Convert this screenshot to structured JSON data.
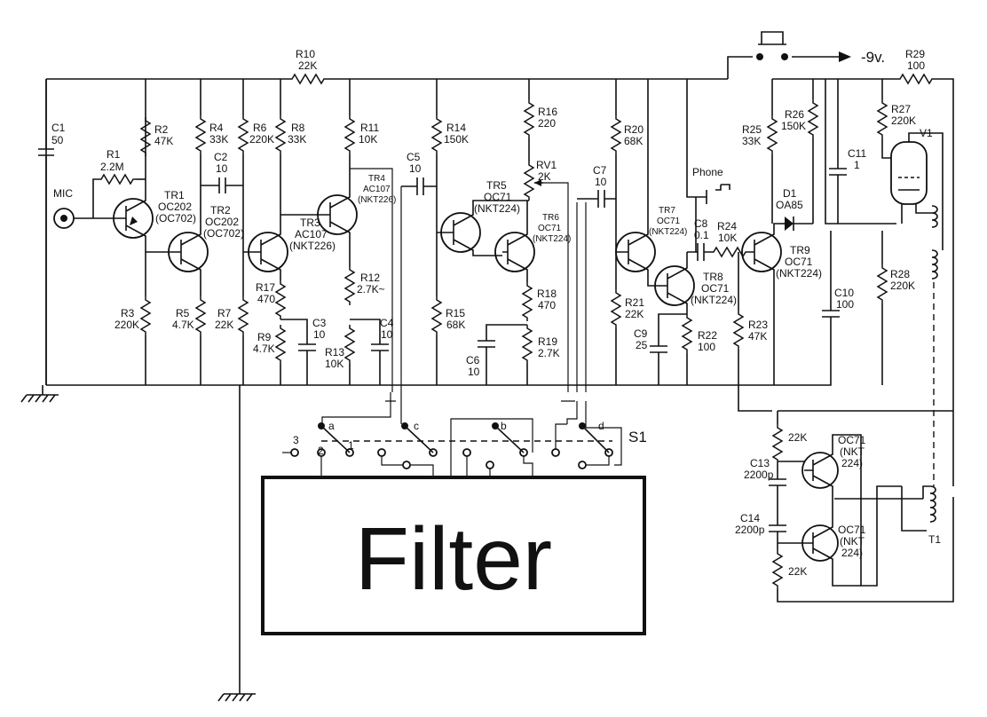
{
  "supply": {
    "voltage": "-9v."
  },
  "mic": {
    "label": "MIC"
  },
  "phone": {
    "label": "Phone"
  },
  "resistors": {
    "r1": [
      "R1",
      "2.2M"
    ],
    "r2": [
      "R2",
      "47K"
    ],
    "r3": [
      "R3",
      "220K"
    ],
    "r4": [
      "R4",
      "33K"
    ],
    "r5": [
      "R5",
      "4.7K"
    ],
    "r6": [
      "R6",
      "220K"
    ],
    "r7": [
      "R7",
      "22K"
    ],
    "r8": [
      "R8",
      "33K"
    ],
    "r9": [
      "R9",
      "4.7K"
    ],
    "r10": [
      "R10",
      "22K"
    ],
    "r11": [
      "R11",
      "10K"
    ],
    "r12": [
      "R12",
      "2.7K~"
    ],
    "r13": [
      "R13",
      "10K"
    ],
    "r14": [
      "R14",
      "150K"
    ],
    "r15": [
      "R15",
      "68K"
    ],
    "r16": [
      "R16",
      "220"
    ],
    "r17": [
      "R17",
      "470"
    ],
    "r18": [
      "R18",
      "470"
    ],
    "r19": [
      "R19",
      "2.7K"
    ],
    "r20": [
      "R20",
      "68K"
    ],
    "r21": [
      "R21",
      "22K"
    ],
    "r22": [
      "R22",
      "100"
    ],
    "r23": [
      "R23",
      "47K"
    ],
    "r24": [
      "R24",
      "10K"
    ],
    "r25": [
      "R25",
      "33K"
    ],
    "r26": [
      "R26",
      "150K"
    ],
    "r27": [
      "R27",
      "220K"
    ],
    "r28": [
      "R28",
      "220K"
    ],
    "r29": [
      "R29",
      "100"
    ],
    "r_osc_top": "22K",
    "r_osc_bot": "22K"
  },
  "pot": [
    "RV1",
    "2K"
  ],
  "capacitors": {
    "c1": [
      "C1",
      "50"
    ],
    "c2": [
      "C2",
      "10"
    ],
    "c3": [
      "C3",
      "10"
    ],
    "c4": [
      "C4",
      "10"
    ],
    "c5": [
      "C5",
      "10"
    ],
    "c6": [
      "C6",
      "10"
    ],
    "c7": [
      "C7",
      "10"
    ],
    "c8": [
      "C8",
      "0.1"
    ],
    "c9": [
      "C9",
      "25"
    ],
    "c10": [
      "C10",
      "100"
    ],
    "c11": [
      "C11",
      "1"
    ],
    "c13": [
      "C13",
      "2200p"
    ],
    "c14": [
      "C14",
      "2200p"
    ]
  },
  "transistors": {
    "tr1": [
      "TR1",
      "OC202",
      "(OC702)"
    ],
    "tr2": [
      "TR2",
      "OC202",
      "(OC702)"
    ],
    "tr3": [
      "TR3",
      "AC107",
      "(NKT226)"
    ],
    "tr4": [
      "TR4",
      "AC107",
      "(NKT226)"
    ],
    "tr5": [
      "TR5",
      "OC71",
      "(NKT224)"
    ],
    "tr6": [
      "TR6",
      "OC71",
      "(NKT224)"
    ],
    "tr7": [
      "TR7",
      "OC71",
      "(NKT224)"
    ],
    "tr8": [
      "TR8",
      "OC71",
      "(NKT224)"
    ],
    "tr9": [
      "TR9",
      "OC71",
      "(NKT224)"
    ],
    "osc1": [
      "OC71",
      "(NKT",
      "224)"
    ],
    "osc2": [
      "OC71",
      "(NKT",
      "224)"
    ]
  },
  "diode": [
    "D1",
    "OA85"
  ],
  "valve": "V1",
  "transformer": "T1",
  "switch": {
    "name": "S1",
    "poles": [
      "a",
      "b",
      "c",
      "d"
    ],
    "positions": [
      "1",
      "2",
      "3"
    ]
  },
  "filter_box": {
    "label": "Filter"
  }
}
